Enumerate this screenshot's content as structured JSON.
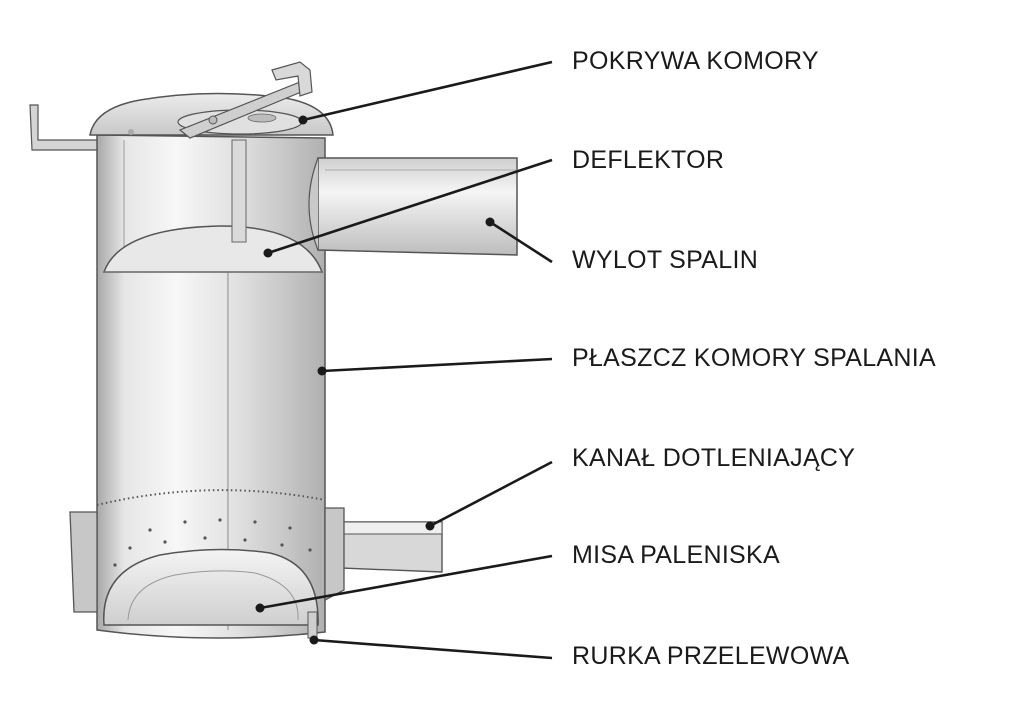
{
  "labels": {
    "pokrywa": "POKRYWA KOMORY",
    "deflektor": "DEFLEKTOR",
    "wylot": "WYLOT SPALIN",
    "plaszcz": "PŁASZCZ KOMORY SPALANIA",
    "kanal": "KANAŁ DOTLENIAJĄCY",
    "misa": "MISA PALENISKA",
    "rurka": "RURKA PRZELEWOWA"
  },
  "colors": {
    "text": "#1a1a1a",
    "line": "#1a1a1a",
    "metal_light": "#f2f2f2",
    "metal_mid": "#d9d9d9",
    "metal_dark": "#9a9a9a",
    "outline": "#555555"
  }
}
